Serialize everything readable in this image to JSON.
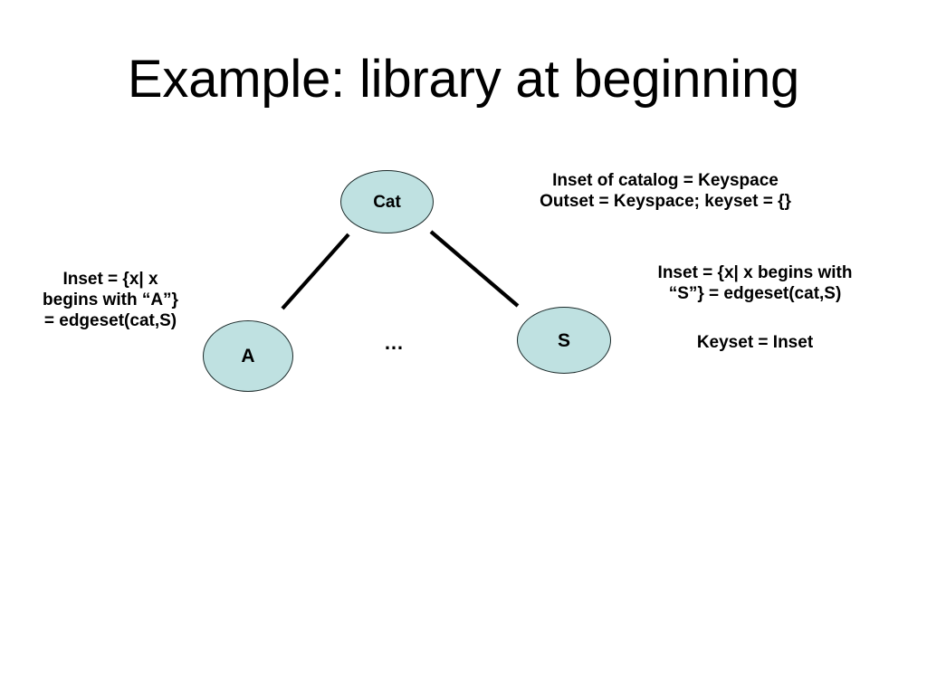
{
  "slide": {
    "title": "Example: library at beginning",
    "background_color": "#ffffff",
    "text_color": "#000000"
  },
  "diagram": {
    "node_fill_color": "#bfe1e1",
    "node_border_color": "#1c2b2b",
    "edge_color": "#000000",
    "nodes": [
      {
        "id": "cat",
        "label": "Cat"
      },
      {
        "id": "a",
        "label": "A"
      },
      {
        "id": "s",
        "label": "S"
      }
    ],
    "edges": [
      {
        "from": "cat",
        "to": "a"
      },
      {
        "from": "cat",
        "to": "s"
      }
    ],
    "ellipsis": "…"
  },
  "annotations": {
    "catalog": "Inset of catalog = Keyspace\nOutset = Keyspace; keyset = {}",
    "left_node": "Inset = {x| x\nbegins with “A”}\n= edgeset(cat,S)",
    "right_node": "Inset = {x| x begins with\n“S”} = edgeset(cat,S)",
    "right_keyset": "Keyset = Inset"
  }
}
